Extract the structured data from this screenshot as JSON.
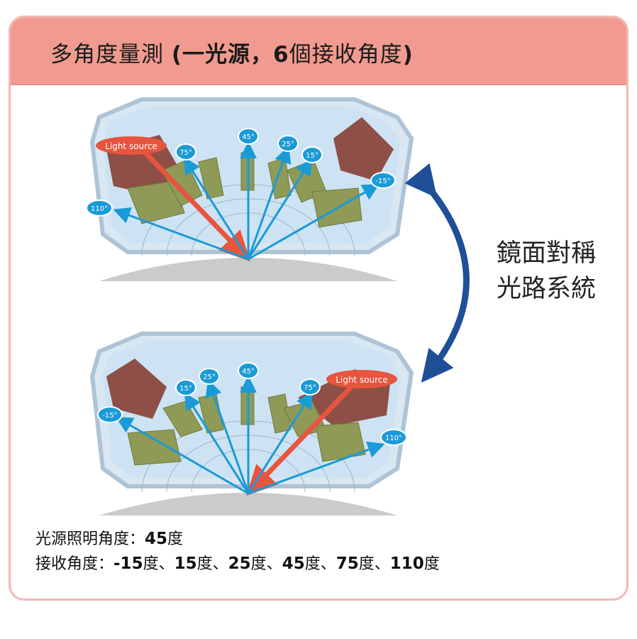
{
  "header": {
    "title_prefix": "多角度量測 ",
    "title_bold": "(一光源，6",
    "title_mid": "個接收角度",
    "title_end": ")"
  },
  "diagrams": {
    "light_source_label": "Light source",
    "top_angles": [
      "75°",
      "45°",
      "25°",
      "15°",
      "-15°",
      "110°"
    ],
    "bottom_angles": [
      "15°",
      "25°",
      "45°",
      "75°",
      "-15°",
      "110°"
    ]
  },
  "mirror_label": {
    "line1": "鏡面對稱",
    "line2": "光路系統"
  },
  "info": {
    "illum_prefix": "光源照明角度：",
    "illum_value": "45",
    "unit": "度",
    "recv_prefix": "接收角度：",
    "recv_values": [
      "-15",
      "15",
      "25",
      "45",
      "75",
      "110"
    ],
    "sep": "、"
  },
  "colors": {
    "header_bg": "#f19a8f",
    "frame": "#f2b8b1",
    "arrow_blue": "#1a9ad6",
    "light_red": "#e8543e",
    "sym_arrow": "#1f4f97"
  }
}
